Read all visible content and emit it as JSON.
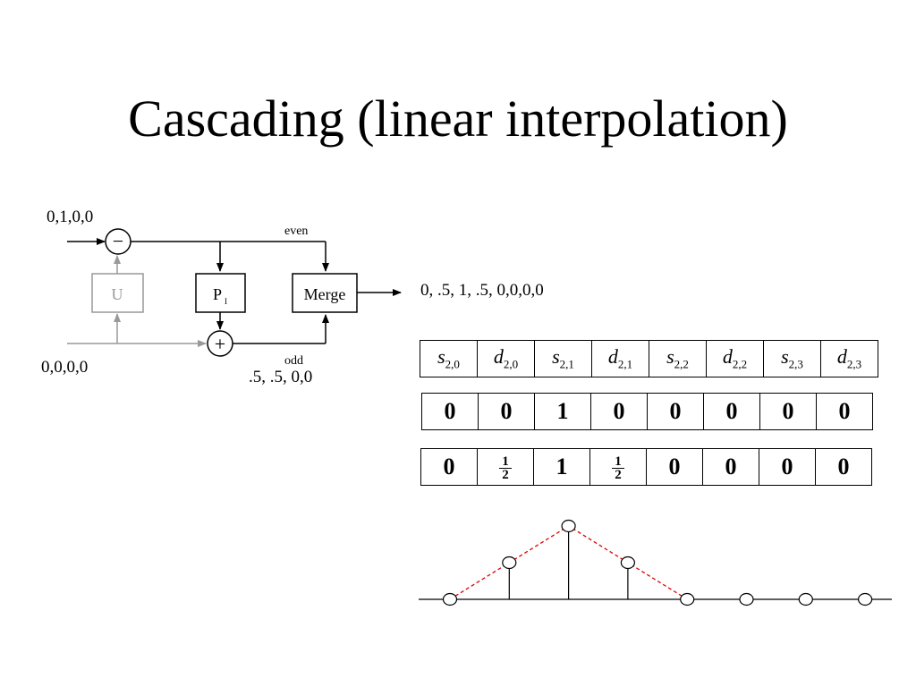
{
  "title": "Cascading (linear interpolation)",
  "diagram": {
    "input_even": "0,1,0,0",
    "input_odd": "0,0,0,0",
    "odd_after_predict": ".5, .5, 0,0",
    "output": "0, .5, 1, .5, 0,0,0,0",
    "label_even": "even",
    "label_odd": "odd",
    "block_u": "U",
    "block_p": "P",
    "block_p_sub": "I",
    "block_merge": "Merge",
    "op_minus": "−",
    "op_plus": "+"
  },
  "table": {
    "headers": [
      {
        "sym": "s",
        "sub": "2,0"
      },
      {
        "sym": "d",
        "sub": "2,0"
      },
      {
        "sym": "s",
        "sub": "2,1"
      },
      {
        "sym": "d",
        "sub": "2,1"
      },
      {
        "sym": "s",
        "sub": "2,2"
      },
      {
        "sym": "d",
        "sub": "2,2"
      },
      {
        "sym": "s",
        "sub": "2,3"
      },
      {
        "sym": "d",
        "sub": "2,3"
      }
    ],
    "row1": [
      "0",
      "0",
      "1",
      "0",
      "0",
      "0",
      "0",
      "0"
    ],
    "row2": [
      "0",
      "1/2",
      "1",
      "1/2",
      "0",
      "0",
      "0",
      "0"
    ]
  },
  "plot": {
    "values": [
      0,
      0.5,
      1,
      0.5,
      0,
      0,
      0,
      0
    ],
    "interpolation_color": "#e00000"
  }
}
